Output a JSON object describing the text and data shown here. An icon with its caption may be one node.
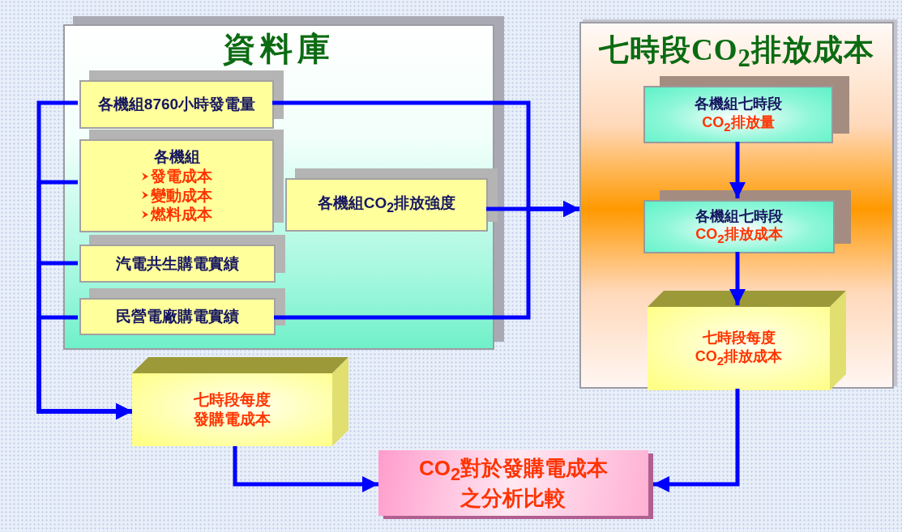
{
  "diagram": {
    "nodes": [
      {
        "text": [
          "資料庫"
        ]
      },
      {
        "text": [
          "各機組8760小時發電量"
        ],
        "in": 0
      },
      {
        "text": [
          "各機組",
          "發電成本",
          "變動成本",
          "燃料成本"
        ],
        "in": 0
      },
      {
        "text": [
          "汽電共生購電實績"
        ],
        "in": 0
      },
      {
        "text": [
          "民營電廠購電實績"
        ],
        "in": 0
      },
      {
        "text": [
          "各機組CO$_{2}$排放強度"
        ],
        "in": 0
      },
      {
        "text": [
          "七時段CO$_{2}$排放成本"
        ]
      },
      {
        "text": [
          "各機組七時段",
          "CO$_{2}$排放量"
        ],
        "in": 6
      },
      {
        "text": [
          "各機組七時段",
          "CO$_{2}$排放成本"
        ],
        "in": 6
      },
      {
        "text": [
          "七時段每度CO$_{2}$排放成本"
        ],
        "in": 6
      },
      {
        "text": [
          "七時段每度發購電成本"
        ]
      },
      {
        "text": [
          "CO$_{2}$對於發購電成本之分析比較"
        ]
      }
    ],
    "edges": [
      {
        "from": 1,
        "to": 6,
        "arrow": "to"
      },
      {
        "from": 4,
        "to": 6,
        "arrow": "to"
      },
      {
        "from": 5,
        "to": 6,
        "arrow": "to"
      },
      {
        "from": 1,
        "to": 10,
        "arrow": "to"
      },
      {
        "from": 2,
        "to": 10,
        "arrow": "to"
      },
      {
        "from": 3,
        "to": 10,
        "arrow": "to"
      },
      {
        "from": 4,
        "to": 10,
        "arrow": "to"
      },
      {
        "from": 7,
        "to": 8,
        "arrow": "to"
      },
      {
        "from": 8,
        "to": 9,
        "arrow": "to"
      },
      {
        "from": 10,
        "to": 11,
        "arrow": "to"
      },
      {
        "from": 9,
        "to": 11,
        "arrow": "to"
      }
    ]
  }
}
